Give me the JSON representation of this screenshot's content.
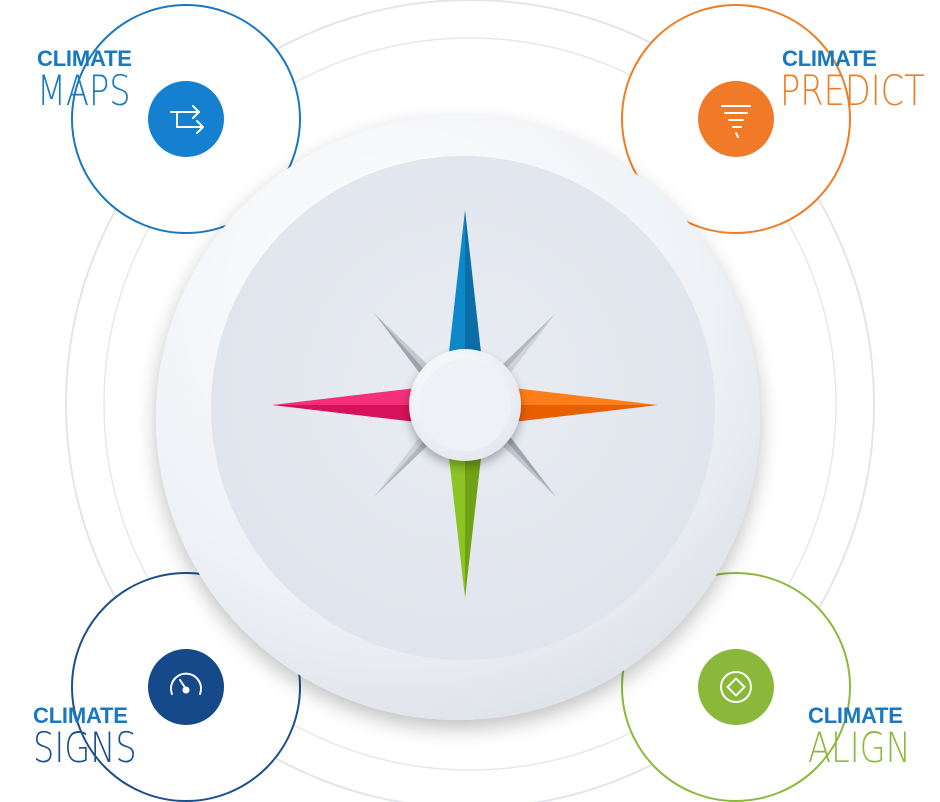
{
  "modules": [
    {
      "key": "maps",
      "kicker": "CLIMATE",
      "word": "MAPS",
      "icon": "arrows-exchange-icon",
      "color": "#1580d0",
      "word_color": "#1878c0"
    },
    {
      "key": "predict",
      "kicker": "CLIMATE",
      "word": "PREDICT",
      "icon": "tornado-icon",
      "color": "#f07a28",
      "word_color": "#ef7d24"
    },
    {
      "key": "signs",
      "kicker": "CLIMATE",
      "word": "SIGNS",
      "icon": "gauge-icon",
      "color": "#15498a",
      "word_color": "#1c4f8c"
    },
    {
      "key": "align",
      "kicker": "CLIMATE",
      "word": "ALIGN",
      "icon": "diamond-target-icon",
      "color": "#89b83a",
      "word_color": "#8cb93c"
    }
  ],
  "compass": {
    "north_color": "#0d88c9",
    "east_color": "#ff6a00",
    "south_color": "#7fb81a",
    "west_color": "#f01c6a",
    "diagonal_color": "#b7bcc4",
    "kicker_color": "#1878c0"
  }
}
